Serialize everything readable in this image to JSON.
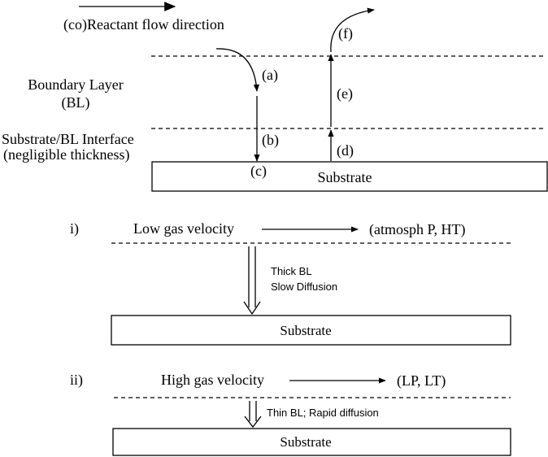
{
  "top": {
    "flow_label": "(co)Reactant flow direction",
    "boundary_layer_line1": "Boundary Layer",
    "boundary_layer_line2": "(BL)",
    "interface_line1": "Substrate/BL Interface",
    "interface_line2": "(negligible thickness)",
    "step_a": "(a)",
    "step_b": "(b)",
    "step_c": "(c)",
    "step_d": "(d)",
    "step_e": "(e)",
    "step_f": "(f)",
    "substrate_label": "Substrate"
  },
  "case_low": {
    "index": "i)",
    "velocity_label": "Low gas velocity",
    "conditions": "(atmosph P, HT)",
    "bl_note_line1": "Thick BL",
    "bl_note_line2": "Slow Diffusion",
    "substrate_label": "Substrate"
  },
  "case_high": {
    "index": "ii)",
    "velocity_label": "High gas velocity",
    "conditions": "(LP, LT)",
    "bl_note": "Thin BL; Rapid diffusion",
    "substrate_label": "Substrate"
  }
}
